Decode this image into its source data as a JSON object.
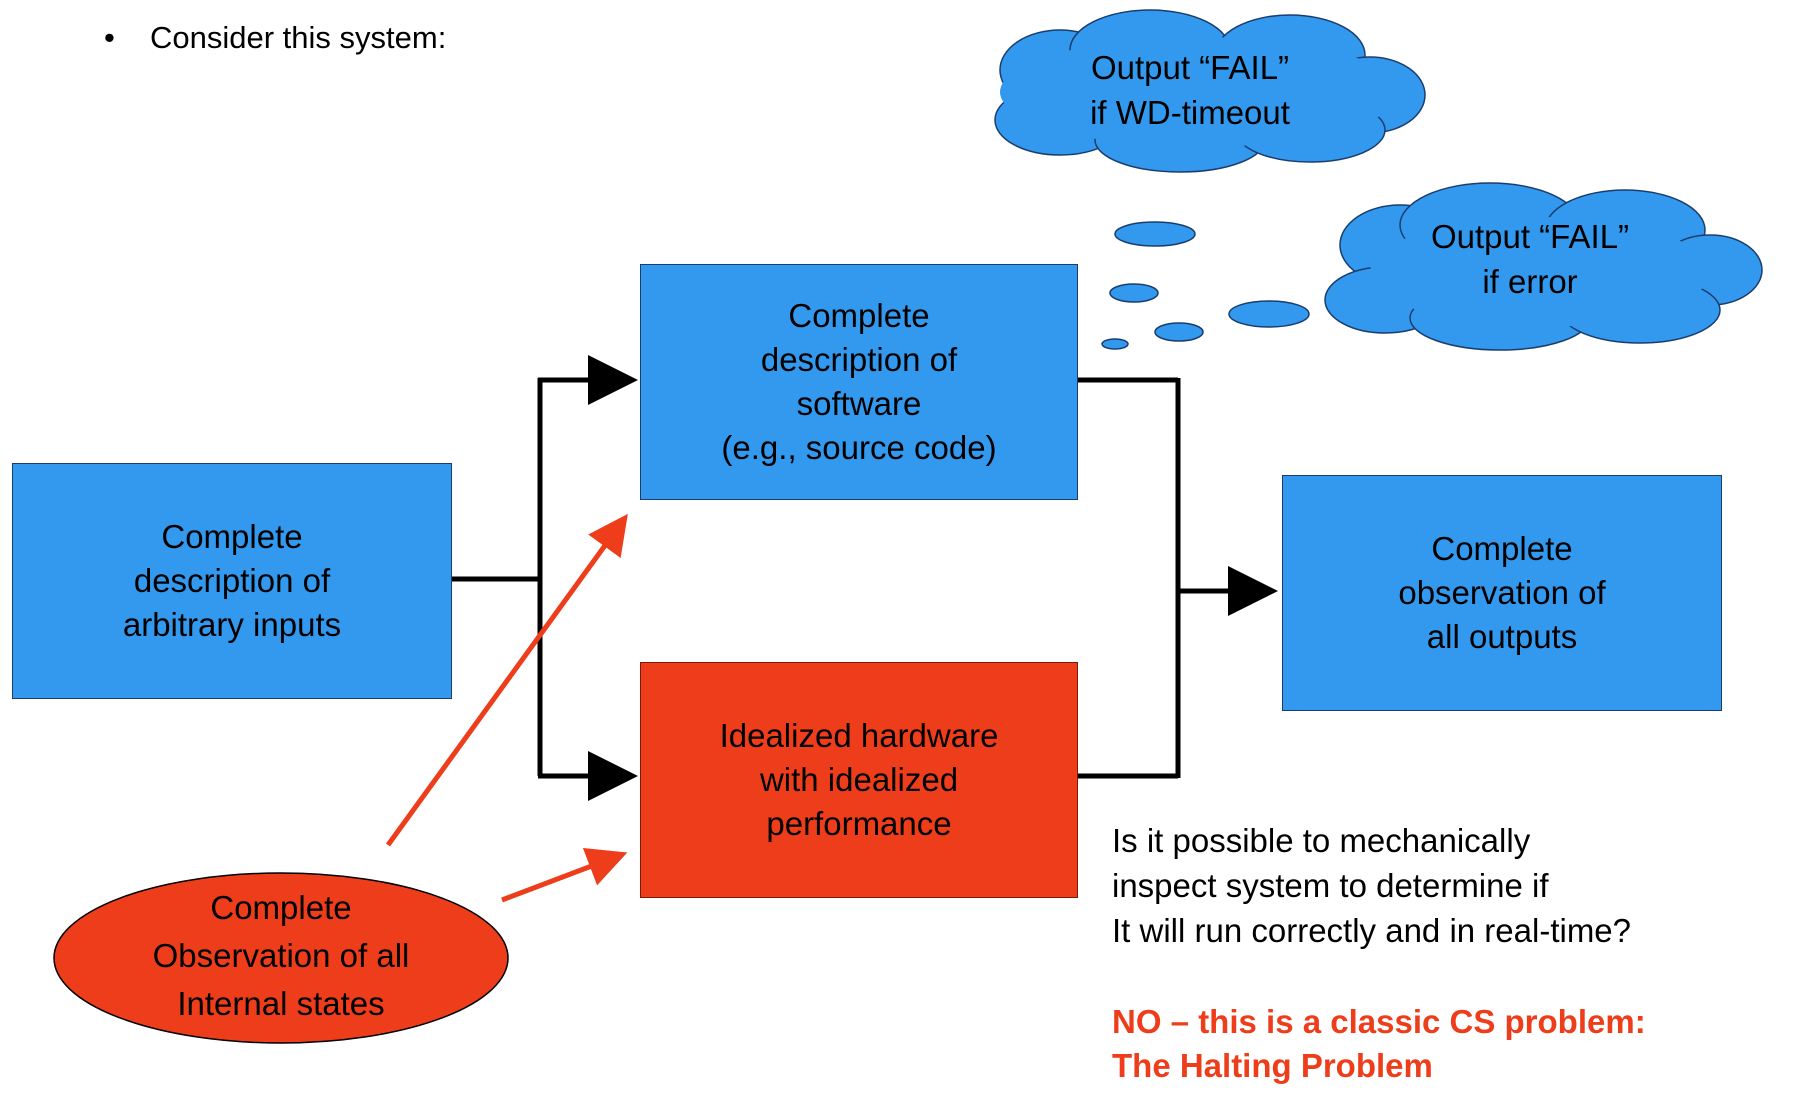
{
  "slide": {
    "bullet": "•",
    "intro": "Consider this system:"
  },
  "boxes": {
    "inputs": "Complete\ndescription of\narbitrary inputs",
    "software": "Complete\ndescription of\nsoftware\n(e.g., source code)",
    "hardware": "Idealized hardware\nwith idealized\nperformance",
    "outputs": "Complete\nobservation of\nall outputs"
  },
  "ellipse": {
    "label": "Complete\nObservation of all\nInternal states"
  },
  "clouds": {
    "timeout": "Output “FAIL”\nif WD-timeout",
    "error": "Output “FAIL”\nif error"
  },
  "question": "Is it possible to mechanically\ninspect system to determine if\nIt will run correctly and in real-time?",
  "answer": "NO – this is a classic CS problem:\nThe Halting Problem",
  "colors": {
    "blue_box": "#3399ee",
    "red_box": "#ee3d1a",
    "answer_text": "#ee3d1a"
  }
}
